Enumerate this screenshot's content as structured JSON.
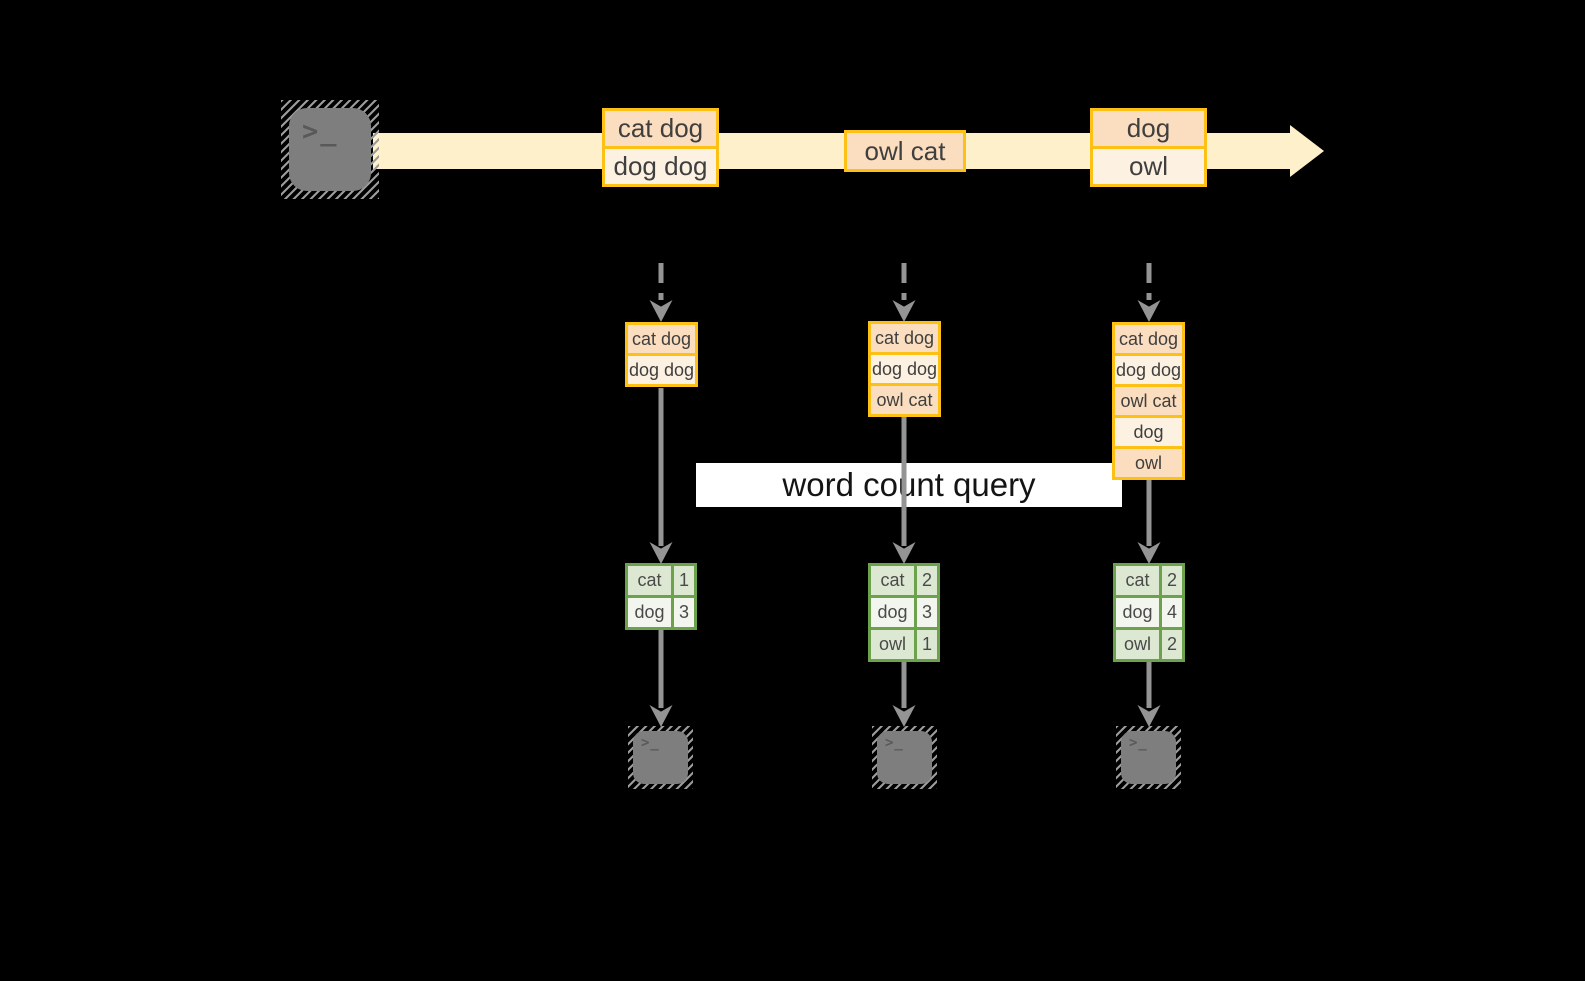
{
  "diagram": {
    "query_label": "word count query",
    "terminal_glyph": ">_"
  },
  "stream_events": [
    {
      "rows": [
        "cat dog",
        "dog dog"
      ]
    },
    {
      "rows": [
        "owl cat"
      ]
    },
    {
      "rows": [
        "dog",
        "owl"
      ]
    }
  ],
  "batches": [
    {
      "rows": [
        "cat dog",
        "dog dog"
      ]
    },
    {
      "rows": [
        "cat dog",
        "dog dog",
        "owl cat"
      ]
    },
    {
      "rows": [
        "cat dog",
        "dog dog",
        "owl cat",
        "dog",
        "owl"
      ]
    }
  ],
  "word_counts": [
    {
      "rows": [
        {
          "word": "cat",
          "count": "1"
        },
        {
          "word": "dog",
          "count": "3"
        }
      ]
    },
    {
      "rows": [
        {
          "word": "cat",
          "count": "2"
        },
        {
          "word": "dog",
          "count": "3"
        },
        {
          "word": "owl",
          "count": "1"
        }
      ]
    },
    {
      "rows": [
        {
          "word": "cat",
          "count": "2"
        },
        {
          "word": "dog",
          "count": "4"
        },
        {
          "word": "owl",
          "count": "2"
        }
      ]
    }
  ],
  "colors": {
    "accent_amber": "#FCC114",
    "fill_peach": "#FBDDBF",
    "fill_cream": "#FDF1E2",
    "stream_band": "#FDF0CA",
    "accent_green": "#6CA24C",
    "fill_sage": "#DDE8D3",
    "fill_sage_light": "#F3F6EF",
    "arrow_gray": "#949494",
    "terminal_gray": "#7E7E7E",
    "query_band": "#FFFFFF"
  }
}
